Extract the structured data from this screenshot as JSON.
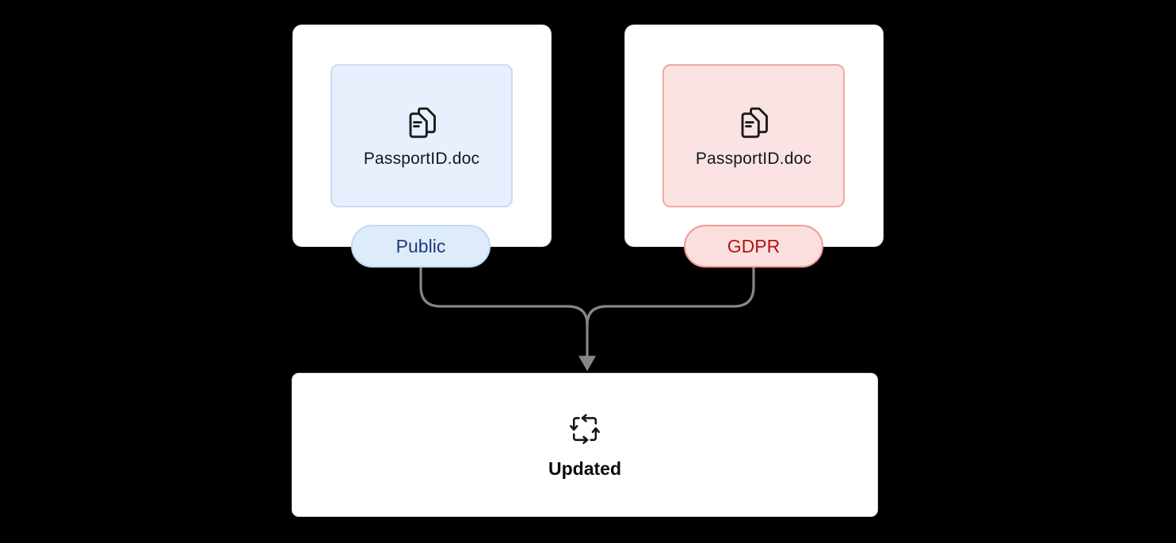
{
  "diagram": {
    "background": "#000000",
    "sources": [
      {
        "id": "public",
        "file": "PassportID.doc",
        "badge": "Public",
        "icon": "documents-icon",
        "colors": {
          "card_bg": "#ffffff",
          "box_bg": "#e7f0fc",
          "box_border": "#c9dcf5",
          "badge_bg": "#deebfb",
          "badge_border": "#bfd8f4",
          "badge_text": "#1c3b7a"
        }
      },
      {
        "id": "gdpr",
        "file": "PassportID.doc",
        "badge": "GDPR",
        "icon": "documents-icon",
        "colors": {
          "card_bg": "#ffffff",
          "box_bg": "#fae3e2",
          "box_border": "#f1a9a3",
          "badge_bg": "#fbdfde",
          "badge_border": "#ef9a94",
          "badge_text": "#b11414"
        }
      }
    ],
    "result": {
      "label": "Updated",
      "icon": "sync-cycle-icon",
      "card_bg": "#ffffff",
      "text_color": "#0a0a0a"
    },
    "edges": [
      {
        "from": "Public",
        "to": "Updated"
      },
      {
        "from": "GDPR",
        "to": "Updated"
      }
    ],
    "connector_color": "#868686",
    "icon_stroke": "#1a1a1a"
  }
}
